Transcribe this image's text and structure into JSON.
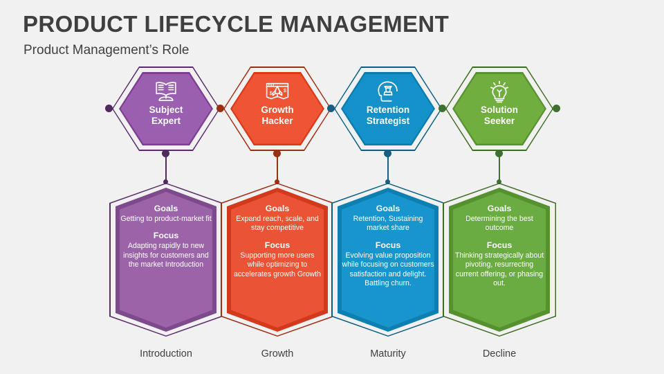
{
  "header": {
    "title": "PRODUCT LIFECYCLE MANAGEMENT",
    "subtitle": "Product Management’s Role"
  },
  "background": "#f1f1f1",
  "stages": [
    {
      "stage_label": "Introduction",
      "role_line1": "Subject",
      "role_line2": "Expert",
      "icon": "open-book-icon",
      "goals_heading": "Goals",
      "goals_text": "Getting to product-market fit",
      "focus_heading": "Focus",
      "focus_text": "Adapting rapidly to new insights for customers and the market Introduction",
      "colors": {
        "hex_fill": "#9b5fb0",
        "hex_border": "#7e3f93",
        "panel_fill": "#9b63a8",
        "panel_border": "#7d4a8c",
        "outline": "#5b2b6b",
        "dot": "#4e2a5e",
        "link": "#8a6a2f"
      }
    },
    {
      "stage_label": "Growth",
      "role_line1": "Growth",
      "role_line2": "Hacker",
      "icon": "rocket-growth-icon",
      "goals_heading": "Goals",
      "goals_text": "Expand reach, scale, and stay competitive",
      "focus_heading": "Focus",
      "focus_text": "Supporting more users while optimizing to accelerates growth Growth",
      "colors": {
        "hex_fill": "#ef5434",
        "hex_border": "#d93b18",
        "panel_fill": "#ea5435",
        "panel_border": "#d23a1b",
        "outline": "#9e2d11",
        "dot": "#9b2f14",
        "link": "#8a6a2f"
      }
    },
    {
      "stage_label": "Maturity",
      "role_line1": "Retention",
      "role_line2": "Strategist",
      "icon": "strategy-head-icon",
      "goals_heading": "Goals",
      "goals_text": "Retention, Sustaining market share",
      "focus_heading": "Focus",
      "focus_text": "Evolving value proposition while focusing on customers satisfaction and delight. Battling churn.",
      "colors": {
        "hex_fill": "#1491c8",
        "hex_border": "#0b7cae",
        "panel_fill": "#1795cc",
        "panel_border": "#0d7fb1",
        "outline": "#0b5e82",
        "dot": "#185e80",
        "link": "#8a6a2f"
      }
    },
    {
      "stage_label": "Decline",
      "role_line1": "Solution",
      "role_line2": "Seeker",
      "icon": "lightbulb-icon",
      "goals_heading": "Goals",
      "goals_text": "Determining the best outcome",
      "focus_heading": "Focus",
      "focus_text": "Thinking strategically about pivoting, resurrecting current offering, or phasing out.",
      "colors": {
        "hex_fill": "#6fae3f",
        "hex_border": "#589231",
        "panel_fill": "#6aab42",
        "panel_border": "#55922f",
        "outline": "#3e6b22",
        "dot": "#3f7030",
        "link": "#8a6a2f"
      }
    }
  ]
}
